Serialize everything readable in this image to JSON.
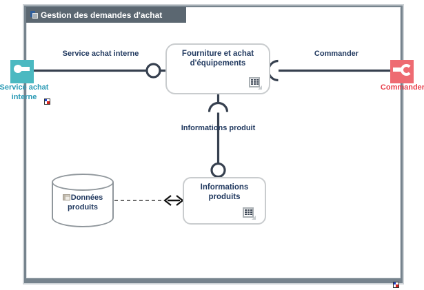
{
  "window": {
    "title": "Gestion des demandes d'achat"
  },
  "ports": {
    "provider": {
      "label": "Service achat interne"
    },
    "consumer": {
      "label": "Commander"
    }
  },
  "functions": {
    "main": {
      "label": "Fourniture et achat d'équipements"
    },
    "info": {
      "label": "Informations produits"
    }
  },
  "datastore": {
    "label": "Données produits"
  },
  "connectors": {
    "service": {
      "label": "Service achat interne"
    },
    "commander": {
      "label": "Commander"
    },
    "informations": {
      "label": "Informations produit"
    }
  },
  "colors": {
    "accent_teal": "#4bb9c1",
    "accent_red": "#ee6b72",
    "teal_label": "#2a9ab5",
    "red_label": "#e8414d",
    "connector": "#36404f",
    "navy_text": "#223a60",
    "frame_border": "#76838d",
    "titlebar_bg": "#5b6771"
  }
}
